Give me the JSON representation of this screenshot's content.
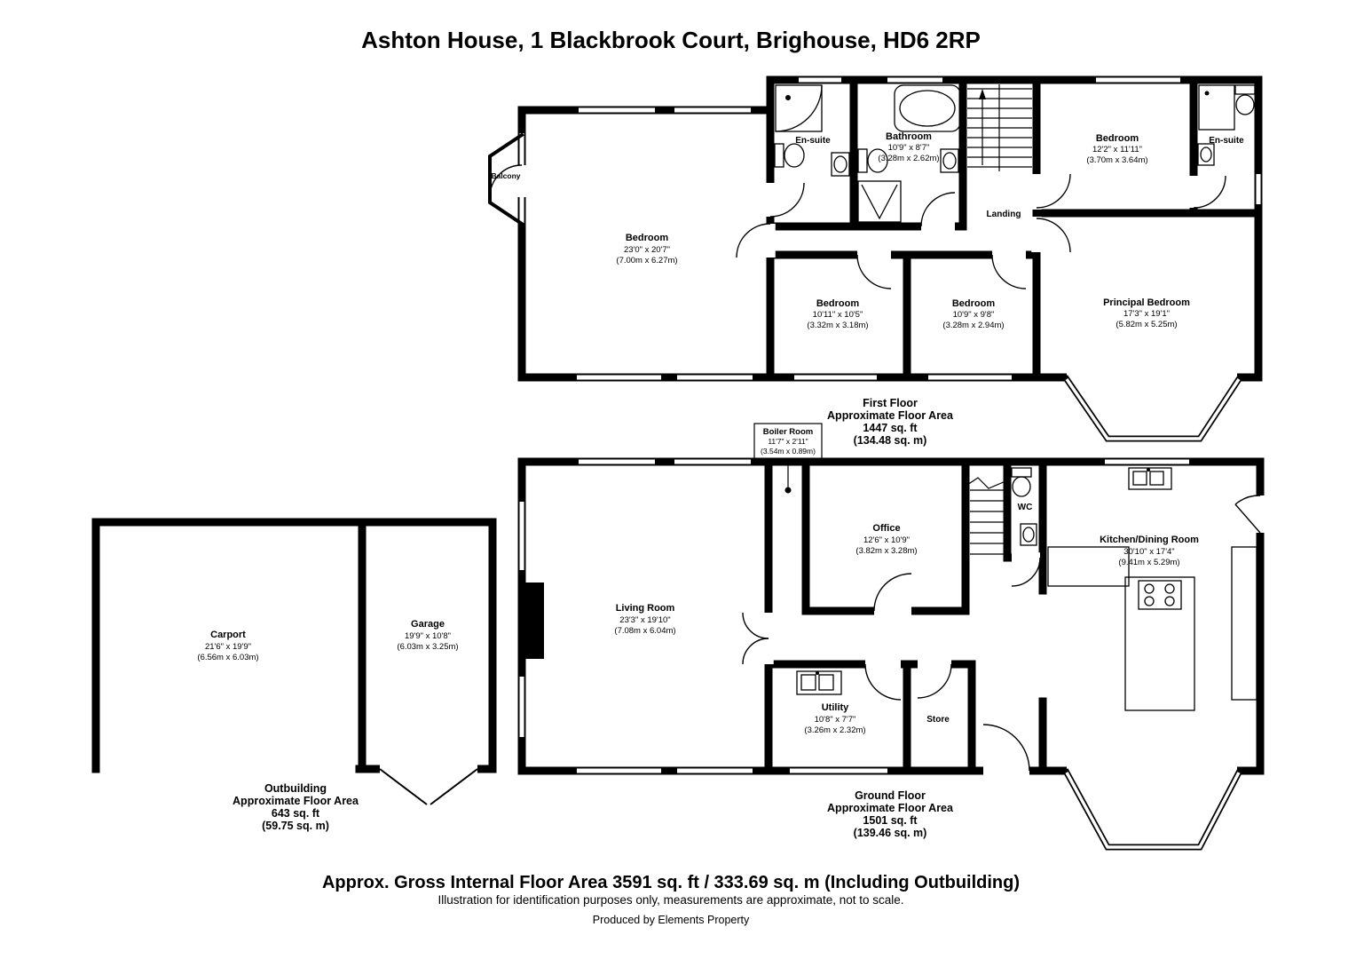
{
  "title": "Ashton House, 1 Blackbrook Court, Brighouse, HD6 2RP",
  "first_floor": {
    "rooms": {
      "balcony": {
        "name": "Balcony"
      },
      "bedroom_large": {
        "name": "Bedroom",
        "imperial": "23'0\" x 20'7\"",
        "metric": "(7.00m x 6.27m)"
      },
      "en_suite_left": {
        "name": "En-suite"
      },
      "bathroom": {
        "name": "Bathroom",
        "imperial": "10'9\" x 8'7\"",
        "metric": "(3.28m x 2.62m)"
      },
      "landing": {
        "name": "Landing"
      },
      "bedroom_right": {
        "name": "Bedroom",
        "imperial": "12'2\" x 11'11\"",
        "metric": "(3.70m x 3.64m)"
      },
      "en_suite_right": {
        "name": "En-suite"
      },
      "bedroom_mid_left": {
        "name": "Bedroom",
        "imperial": "10'11\" x 10'5\"",
        "metric": "(3.32m x 3.18m)"
      },
      "bedroom_mid_right": {
        "name": "Bedroom",
        "imperial": "10'9\" x 9'8\"",
        "metric": "(3.28m x 2.94m)"
      },
      "principal_bedroom": {
        "name": "Principal Bedroom",
        "imperial": "17'3\" x 19'1\"",
        "metric": "(5.82m x 5.25m)"
      }
    },
    "summary": {
      "line1": "First Floor",
      "line2": "Approximate Floor Area",
      "line3": "1447 sq. ft",
      "line4": "(134.48 sq. m)"
    }
  },
  "ground_floor": {
    "rooms": {
      "boiler_room": {
        "name": "Boiler Room",
        "imperial": "11'7\" x 2'11\"",
        "metric": "(3.54m x 0.89m)"
      },
      "living_room": {
        "name": "Living Room",
        "imperial": "23'3\" x 19'10\"",
        "metric": "(7.08m x 6.04m)"
      },
      "office": {
        "name": "Office",
        "imperial": "12'6\" x 10'9\"",
        "metric": "(3.82m x 3.28m)"
      },
      "wc": {
        "name": "WC"
      },
      "kitchen_dining": {
        "name": "Kitchen/Dining Room",
        "imperial": "30'10\" x 17'4\"",
        "metric": "(9.41m x 5.29m)"
      },
      "utility": {
        "name": "Utility",
        "imperial": "10'8\" x 7'7\"",
        "metric": "(3.26m x 2.32m)"
      },
      "store": {
        "name": "Store"
      }
    },
    "summary": {
      "line1": "Ground Floor",
      "line2": "Approximate Floor Area",
      "line3": "1501 sq. ft",
      "line4": "(139.46 sq. m)"
    }
  },
  "outbuilding": {
    "rooms": {
      "carport": {
        "name": "Carport",
        "imperial": "21'6\" x 19'9\"",
        "metric": "(6.56m x 6.03m)"
      },
      "garage": {
        "name": "Garage",
        "imperial": "19'9\" x 10'8\"",
        "metric": "(6.03m x 3.25m)"
      }
    },
    "summary": {
      "line1": "Outbuilding",
      "line2": "Approximate Floor Area",
      "line3": "643 sq. ft",
      "line4": "(59.75 sq. m)"
    }
  },
  "footer": {
    "gross_area": "Approx. Gross Internal Floor Area 3591 sq. ft / 333.69 sq. m (Including Outbuilding)",
    "disclaimer": "Illustration for identification purposes only, measurements are approximate, not to scale.",
    "credit": "Produced by Elements Property"
  }
}
